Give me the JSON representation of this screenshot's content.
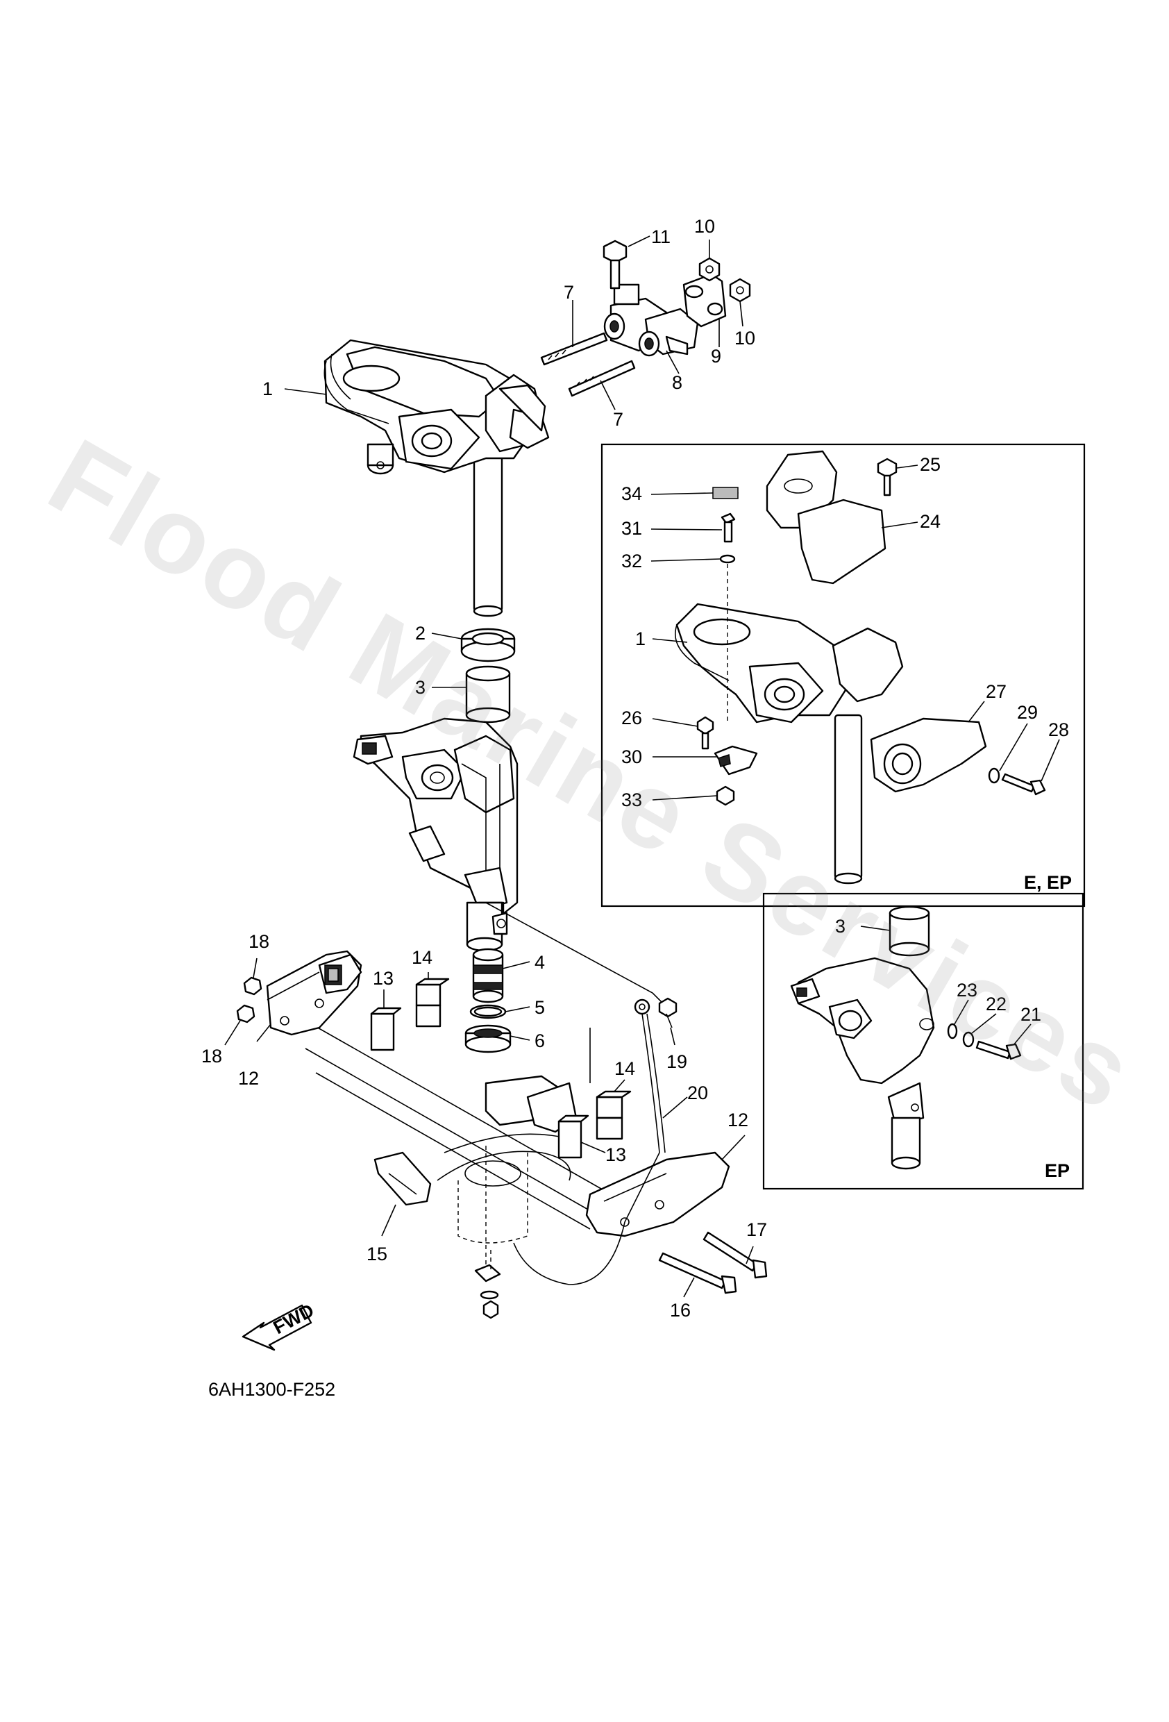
{
  "watermark": "Flood Marine Services",
  "figure_code": "6AH1300-F252",
  "fwd_label": "FWD",
  "insets": [
    {
      "id": "inset-e-ep",
      "note": "E, EP"
    },
    {
      "id": "inset-ep",
      "note": "EP"
    }
  ],
  "callouts": {
    "c1": "1",
    "c2": "2",
    "c3": "3",
    "c4": "4",
    "c5": "5",
    "c6": "6",
    "c7a": "7",
    "c7b": "7",
    "c8": "8",
    "c9": "9",
    "c10a": "10",
    "c10b": "10",
    "c11": "11",
    "c12a": "12",
    "c12b": "12",
    "c13a": "13",
    "c13b": "13",
    "c14a": "14",
    "c14b": "14",
    "c15": "15",
    "c16": "16",
    "c17": "17",
    "c18a": "18",
    "c18b": "18",
    "c19": "19",
    "c20": "20",
    "i1_34": "34",
    "i1_31": "31",
    "i1_32": "32",
    "i1_1": "1",
    "i1_26": "26",
    "i1_30": "30",
    "i1_33": "33",
    "i1_25": "25",
    "i1_24": "24",
    "i1_27": "27",
    "i1_29": "29",
    "i1_28": "28",
    "i2_3": "3",
    "i2_23": "23",
    "i2_22": "22",
    "i2_21": "21"
  },
  "colors": {
    "line": "#000000",
    "background": "#ffffff",
    "watermark": "#bfbfbf"
  }
}
